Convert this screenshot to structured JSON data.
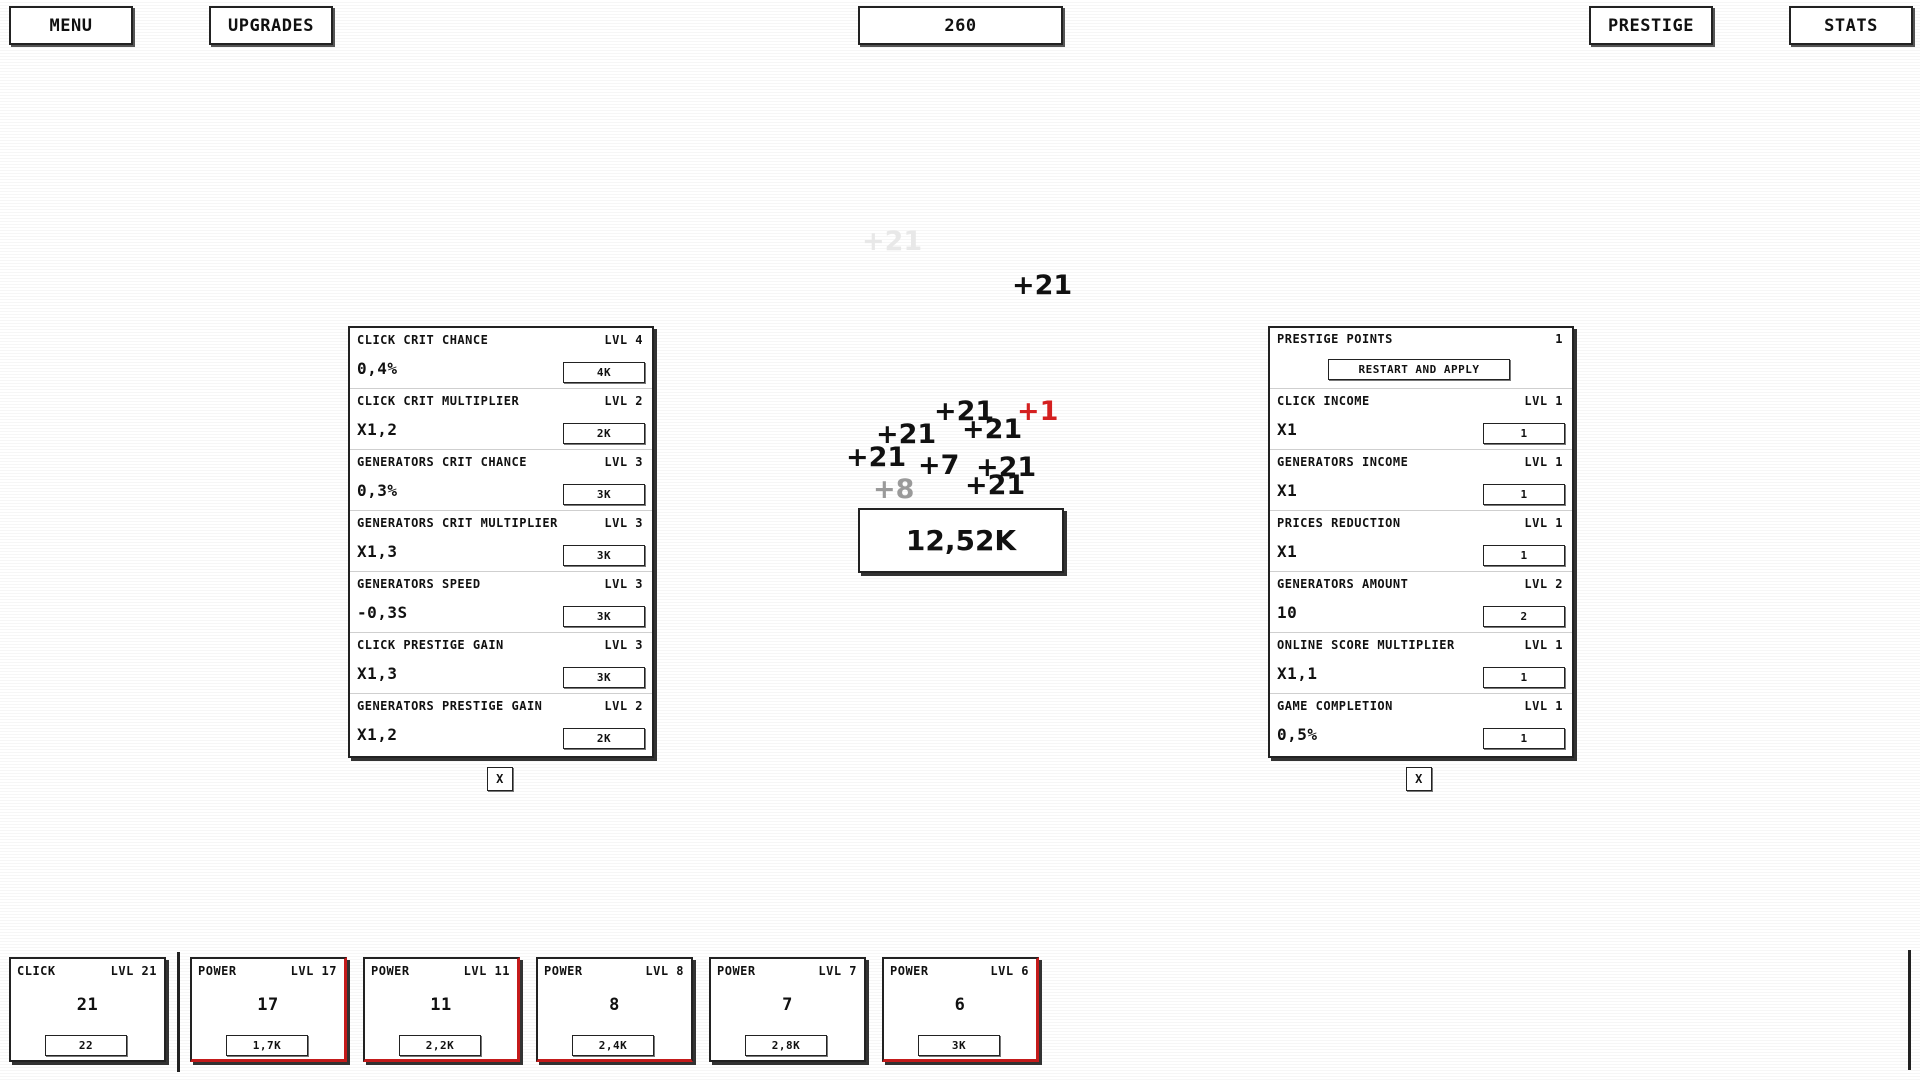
{
  "topbar": {
    "menu": "MENU",
    "upgrades": "UPGRADES",
    "counter": "260",
    "prestige": "PRESTIGE",
    "stats": "STATS"
  },
  "upgrades_panel": {
    "rows": [
      {
        "name": "CLICK CRIT CHANCE",
        "lvl": "LVL 4",
        "value": "0,4%",
        "cost": "4K"
      },
      {
        "name": "CLICK CRIT MULTIPLIER",
        "lvl": "LVL 2",
        "value": "x1,2",
        "cost": "2K"
      },
      {
        "name": "GENERATORS CRIT CHANCE",
        "lvl": "LVL 3",
        "value": "0,3%",
        "cost": "3K"
      },
      {
        "name": "GENERATORS CRIT MULTIPLIER",
        "lvl": "LVL 3",
        "value": "x1,3",
        "cost": "3K"
      },
      {
        "name": "GENERATORS SPEED",
        "lvl": "LVL 3",
        "value": "-0,3s",
        "cost": "3K"
      },
      {
        "name": "CLICK PRESTIGE GAIN",
        "lvl": "LVL 3",
        "value": "x1,3",
        "cost": "3K"
      },
      {
        "name": "GENERATORS PRESTIGE GAIN",
        "lvl": "LVL 2",
        "value": "x1,2",
        "cost": "2K"
      }
    ],
    "close": "X"
  },
  "prestige_panel": {
    "header": {
      "name": "PRESTIGE POINTS",
      "points": "1",
      "restart": "RESTART AND APPLY"
    },
    "rows": [
      {
        "name": "CLICK INCOME",
        "lvl": "LVL 1",
        "value": "x1",
        "cost": "1"
      },
      {
        "name": "GENERATORS INCOME",
        "lvl": "LVL 1",
        "value": "x1",
        "cost": "1"
      },
      {
        "name": "PRICES REDUCTION",
        "lvl": "LVL 1",
        "value": "x1",
        "cost": "1"
      },
      {
        "name": "GENERATORS AMOUNT",
        "lvl": "LVL 2",
        "value": "10",
        "cost": "2"
      },
      {
        "name": "ONLINE SCORE MULTIPLIER",
        "lvl": "LVL 1",
        "value": "x1,1",
        "cost": "1"
      },
      {
        "name": "GAME COMPLETION",
        "lvl": "LVL 1",
        "value": "0,5%",
        "cost": "1"
      }
    ],
    "close": "X"
  },
  "score": "12,52K",
  "floating": [
    {
      "text": "+21",
      "color": "#111111"
    },
    {
      "text": "+21",
      "color": "#111111"
    },
    {
      "text": "+1",
      "color": "#d42020"
    },
    {
      "text": "+21",
      "color": "#111111"
    },
    {
      "text": "+21",
      "color": "#111111"
    },
    {
      "text": "+21",
      "color": "#111111"
    },
    {
      "text": "+7",
      "color": "#111111"
    },
    {
      "text": "+21",
      "color": "#111111"
    },
    {
      "text": "+21",
      "color": "#111111"
    },
    {
      "text": "+8",
      "color": "#9a9a9a"
    },
    {
      "text": "+21",
      "color": "#e8e8e8"
    }
  ],
  "generators": [
    {
      "name": "CLICK",
      "lvl": "LVL 21",
      "value": "21",
      "cost": "22"
    },
    {
      "name": "POWER",
      "lvl": "LVL 17",
      "value": "17",
      "cost": "1,7K"
    },
    {
      "name": "POWER",
      "lvl": "LVL 11",
      "value": "11",
      "cost": "2,2K"
    },
    {
      "name": "POWER",
      "lvl": "LVL 8",
      "value": "8",
      "cost": "2,4K"
    },
    {
      "name": "POWER",
      "lvl": "LVL 7",
      "value": "7",
      "cost": "2,8K"
    },
    {
      "name": "POWER",
      "lvl": "LVL 6",
      "value": "6",
      "cost": "3K"
    }
  ],
  "colors": {
    "accent_red": "#c41b1b",
    "text": "#111111"
  }
}
